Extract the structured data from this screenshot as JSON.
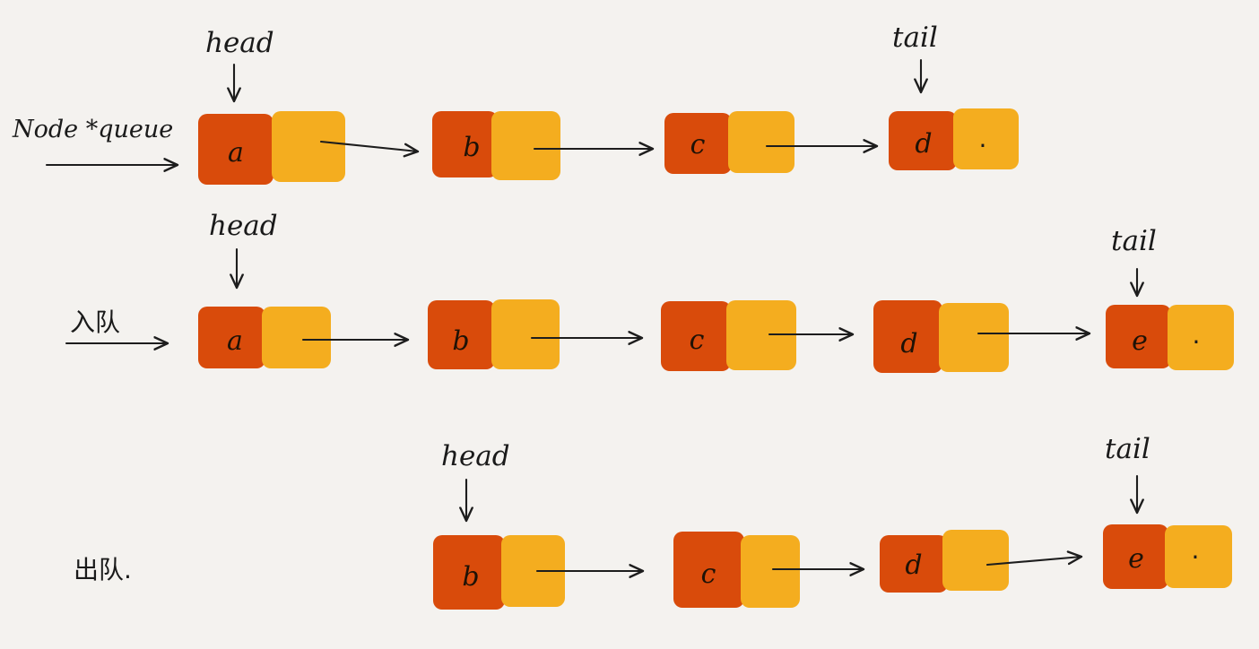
{
  "colors": {
    "background": "#f4f2ef",
    "data_cell": "#d94b0b",
    "next_cell": "#f4ad1f",
    "ink": "#1d1d1d"
  },
  "rows": [
    {
      "id": "initial",
      "label": "Node *queue",
      "nodes": [
        "a",
        "b",
        "c",
        "d"
      ],
      "null_marker": "·",
      "head_label": "head",
      "tail_label": "tail"
    },
    {
      "id": "enqueue",
      "label": "入队",
      "nodes": [
        "a",
        "b",
        "c",
        "d",
        "e"
      ],
      "null_marker": "·",
      "head_label": "head",
      "tail_label": "tail"
    },
    {
      "id": "dequeue",
      "label": "出队.",
      "nodes": [
        "b",
        "c",
        "d",
        "e"
      ],
      "null_marker": "·",
      "head_label": "head",
      "tail_label": "tail"
    }
  ]
}
